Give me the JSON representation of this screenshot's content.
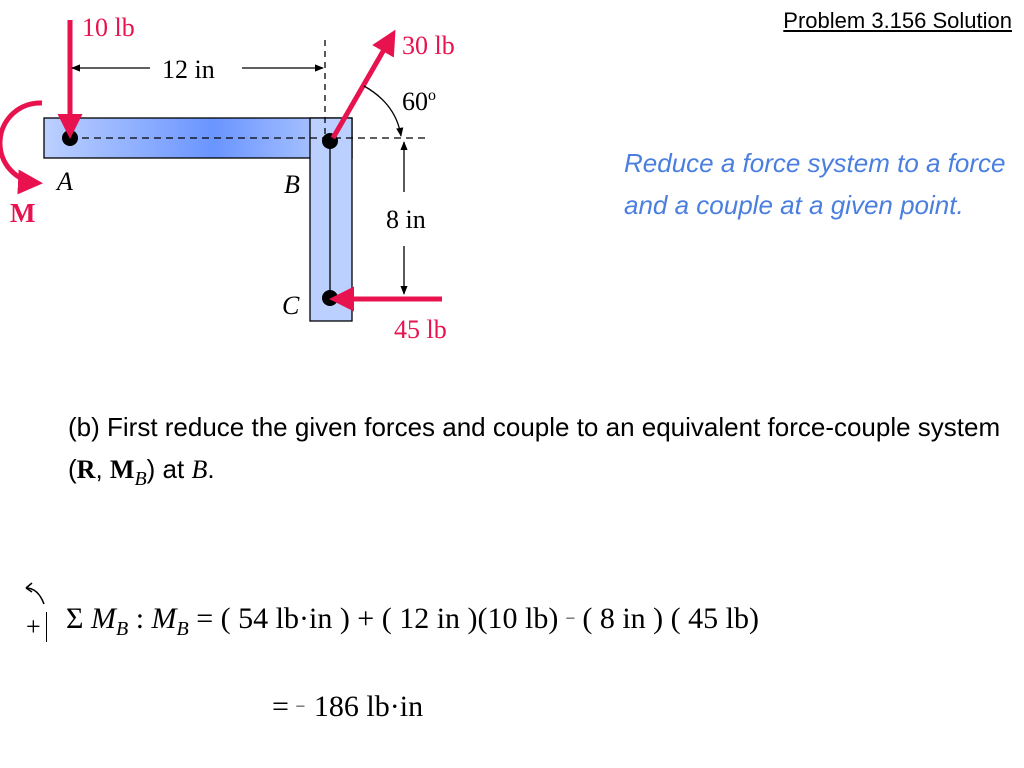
{
  "header": {
    "title": "Problem  3.156 Solution"
  },
  "diagram": {
    "force_a": "10 lb",
    "force_b": "30 lb",
    "force_c": "45 lb",
    "dim_ab": "12 in",
    "dim_bc": "8 in",
    "angle": "60",
    "angle_sup": "o",
    "point_a": "A",
    "point_b": "B",
    "point_c": "C",
    "moment": "M",
    "colors": {
      "member": "#bcd0ff",
      "member_highlight": "#6a95ff",
      "force": "#e8124f",
      "accent_text": "#4a7fe0"
    }
  },
  "intro": {
    "text": "Reduce a force system to a force and a couple at a given point."
  },
  "step_b": {
    "prefix": "(b)  First reduce the given forces and couple to an equivalent force-couple system (",
    "r": "R",
    "comma": ", ",
    "m": "M",
    "m_sub": "B",
    "mid": ") at ",
    "point": "B",
    "suffix": "."
  },
  "equation": {
    "plus": "+",
    "sigma": "Σ ",
    "m": "M",
    "sub": "B",
    "colon": " :   ",
    "m2": "M",
    "sub2": "B",
    "rhs_a": " = ( 54 lb·in ) + ( 12 in )(10 lb)",
    "minus": "–",
    "rhs_b": "( 8 in ) ( 45 lb)",
    "result_eq": "= ",
    "result_minus": "–",
    "result_value": " 186 lb·in"
  }
}
